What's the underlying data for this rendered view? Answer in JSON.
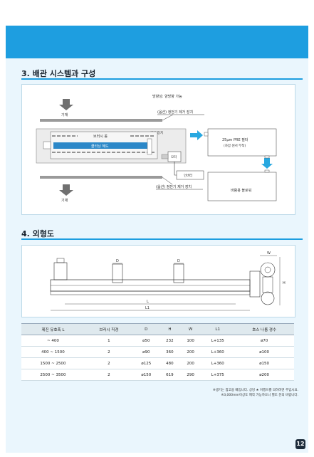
{
  "section3": {
    "title": "3. 배관 시스템과 구성"
  },
  "diagram": {
    "direction_note": "방향성: 양방향 가능",
    "material_top": "기재",
    "material_bottom": "기재",
    "ionizer_top": "(옵션) 정전기 제거 장치",
    "ionizer_bottom": "(옵션) 정전기 제거 장치",
    "brush_roll": "브러시 롤",
    "cleaning_head": "클리닝 헤드",
    "dust_device": "제진 장치",
    "motor": "모터",
    "inverter": "인버터",
    "filter_line1": "25μm PRE 필터",
    "filter_line2": "(차압 센서 부착)",
    "blower": "바람용 블로워"
  },
  "section4": {
    "title": "4. 외형도"
  },
  "drawing": {
    "label_w": "W",
    "label_h": "H",
    "label_d1": "D",
    "label_d2": "D",
    "label_l": "L",
    "label_l1": "L1"
  },
  "table": {
    "headers": [
      "제진 유효폭 L",
      "브러시 직경",
      "D",
      "H",
      "W",
      "L1",
      "호스 나름 경수"
    ],
    "rows": [
      [
        "~  400",
        "1",
        "ø50",
        "232",
        "100",
        "L+135",
        "ø70"
      ],
      [
        "400 ~ 1500",
        "2",
        "ø90",
        "360",
        "200",
        "L+360",
        "ø100"
      ],
      [
        "1500 ~ 2500",
        "2",
        "ø125",
        "480",
        "200",
        "L+360",
        "ø150"
      ],
      [
        "2500 ~ 3500",
        "2",
        "ø150",
        "619",
        "290",
        "L+375",
        "ø200"
      ]
    ]
  },
  "notes": {
    "line1": "※생기는 참고용 배입니다. 상당 ★ 이행으를 의하려면 주입시요.",
    "line2": "※3,000mm이상도 제작 가능하오니 별도 문의 바랍니다."
  },
  "page_number": "12",
  "colors": {
    "accent": "#1e9ee0",
    "arrow": "#28a8e0",
    "gray_arrow": "#707070"
  }
}
